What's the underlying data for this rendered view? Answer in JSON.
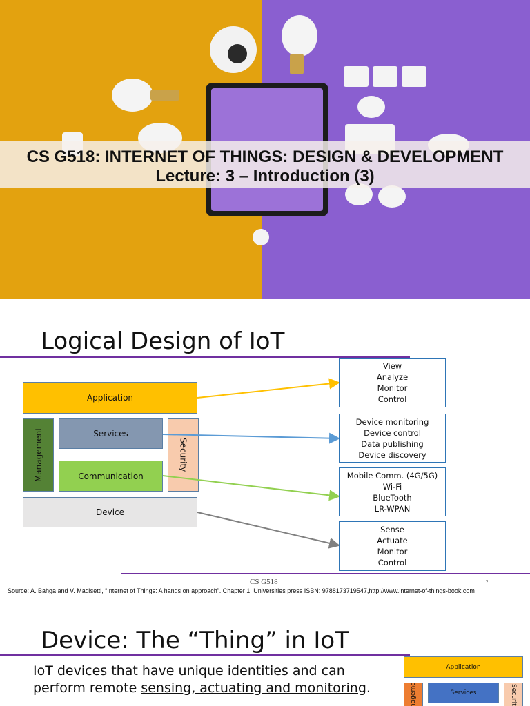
{
  "slide1": {
    "title": "CS G518: INTERNET OF THINGS: DESIGN & DEVELOPMENT",
    "subtitle": "Lecture: 3 – Introduction (3)"
  },
  "slide2": {
    "heading": "Logical Design of IoT",
    "blocks": {
      "application": "Application",
      "services": "Services",
      "communication": "Communication",
      "device": "Device",
      "management": "Management",
      "security": "Security"
    },
    "boxes": [
      {
        "lines": [
          "View",
          "Analyze",
          "Monitor",
          "Control"
        ]
      },
      {
        "lines": [
          "Device monitoring",
          "Device control",
          "Data publishing",
          "Device discovery"
        ]
      },
      {
        "lines": [
          "Mobile Comm. (4G/5G)",
          "Wi-Fi",
          "BlueTooth",
          "LR-WPAN"
        ]
      },
      {
        "lines": [
          "Sense",
          "Actuate",
          "Monitor",
          "Control"
        ]
      }
    ],
    "footer": "CS G518",
    "page_number": "2",
    "source": "Source: A. Bahga and V. Madisetti, “Internet of Things: A hands on approach”. Chapter 1. Universities press ISBN: 9788173719547,http://www.internet-of-things-book.com"
  },
  "slide3": {
    "heading": "Device: The “Thing” in IoT",
    "text_1": "IoT devices that have ",
    "text_u1": "unique identities",
    "text_2": " and can perform remote ",
    "text_u2": "sensing, actuating and monitoring",
    "text_3": ".",
    "mini": {
      "application": "Application",
      "services": "Services",
      "management": "Management",
      "security": "Security"
    }
  },
  "colors": {
    "application": "#ffc000",
    "services": "#8497b0",
    "communication": "#92d050",
    "device": "#e7e6e6",
    "management": "#548235",
    "security": "#f8cbad",
    "management_mini": "#ed7d31",
    "services_mini": "#4472c4",
    "accent_rule": "#7030a0",
    "arrow_application": "#ffc000",
    "arrow_services": "#5b9bd5",
    "arrow_communication": "#92d050",
    "arrow_device": "#808080"
  }
}
